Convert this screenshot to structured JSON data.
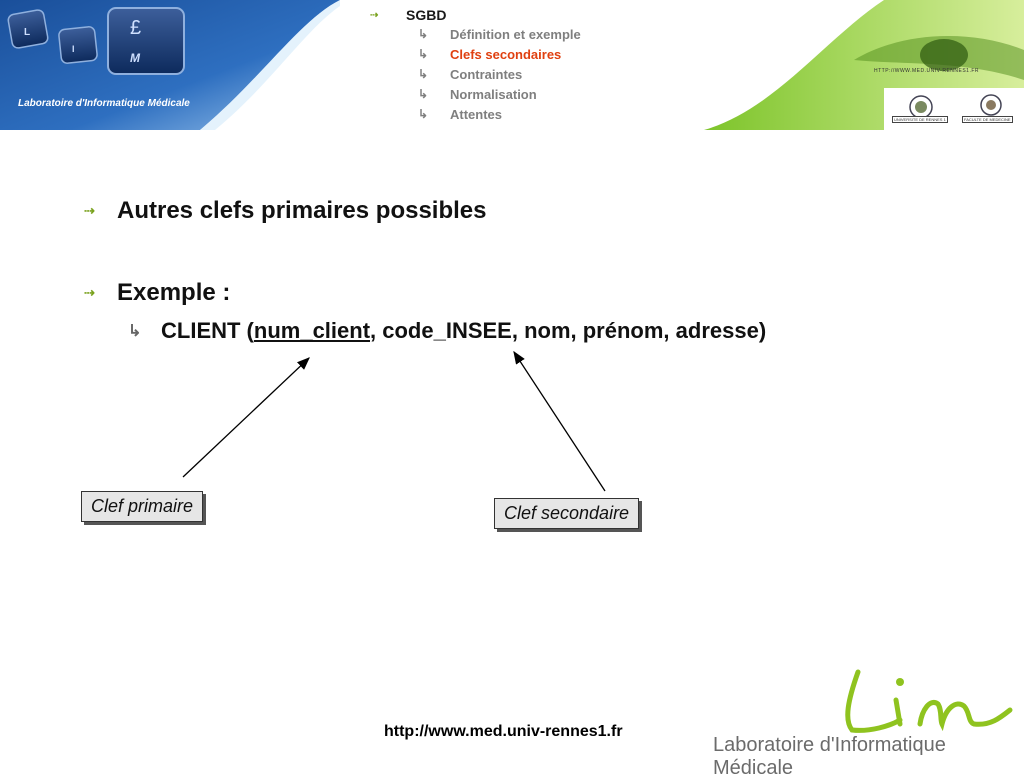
{
  "banner": {
    "lab_name": "Laboratoire d'Informatique Médicale",
    "small_url": "HTTP://WWW.MED.UNIV-RENNES1.FR",
    "keys": [
      "L",
      "I",
      "£",
      "M"
    ],
    "logo1_caption": "UNIVERSITE DE RENNES 1",
    "logo2_caption": "FACULTE DE MEDECINE"
  },
  "outline": {
    "top": "SGBD",
    "items": [
      {
        "label": "Définition et exemple",
        "active": false
      },
      {
        "label": "Clefs secondaires",
        "active": true
      },
      {
        "label": "Contraintes",
        "active": false
      },
      {
        "label": "Normalisation",
        "active": false
      },
      {
        "label": "Attentes",
        "active": false
      }
    ]
  },
  "content": {
    "bullet1": "Autres clefs primaires possibles",
    "bullet2": "Exemple :",
    "sub_prefix": "CLIENT (",
    "sub_key": "num_client",
    "sub_rest": ", code_INSEE, nom, prénom, adresse)"
  },
  "callouts": {
    "primary": "Clef primaire",
    "secondary": "Clef secondaire"
  },
  "footer": {
    "url": "http://www.med.univ-rennes1.fr",
    "lab_text": "Laboratoire d'Informatique Médicale",
    "logo_text": "Lim"
  },
  "colors": {
    "accent_green": "#7aa21e",
    "active_item": "#e04010",
    "muted": "#7f7f7f"
  }
}
